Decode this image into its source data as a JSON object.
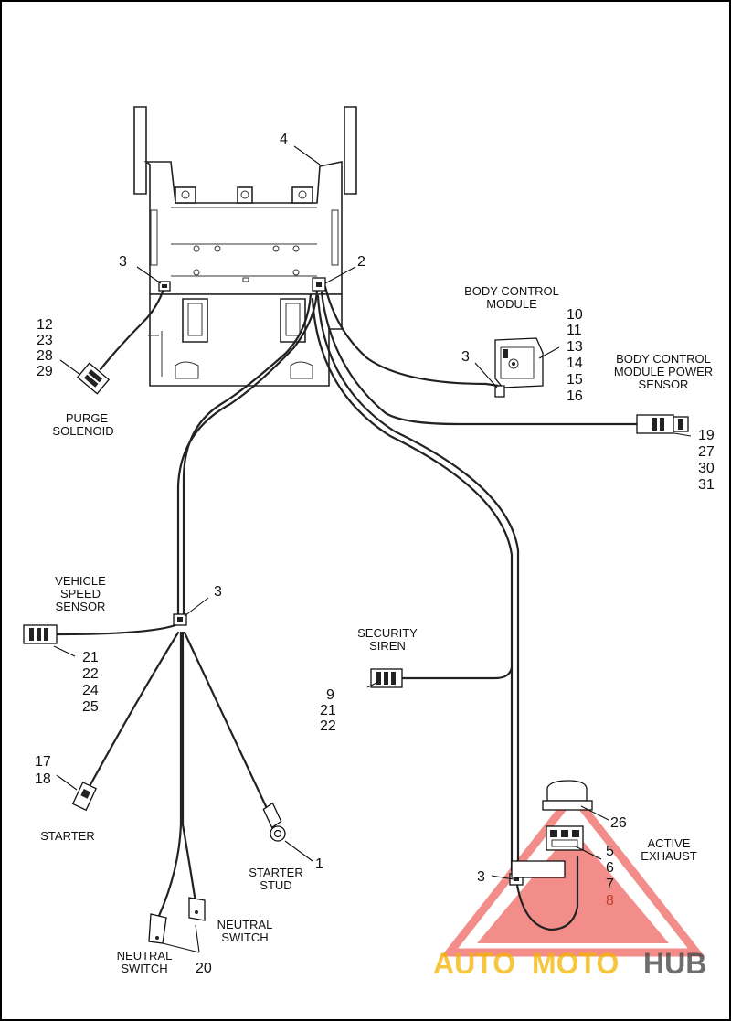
{
  "labels": {
    "purge_solenoid": [
      "PURGE",
      "SOLENOID"
    ],
    "body_control_module": [
      "BODY CONTROL",
      "MODULE"
    ],
    "bcm_power_sensor": [
      "BODY CONTROL",
      "MODULE POWER",
      "SENSOR"
    ],
    "vehicle_speed_sensor": [
      "VEHICLE",
      "SPEED",
      "SENSOR"
    ],
    "security_siren": [
      "SECURITY",
      "SIREN"
    ],
    "starter": "STARTER",
    "starter_stud": [
      "STARTER",
      "STUD"
    ],
    "neutral_switch_right": [
      "NEUTRAL",
      "SWITCH"
    ],
    "neutral_switch_left": [
      "NEUTRAL",
      "SWITCH"
    ],
    "active_exhaust": [
      "ACTIVE",
      "EXHAUST"
    ]
  },
  "callouts": {
    "frame": "4",
    "clip_left": "3",
    "clip_right": "2",
    "purge_solenoid": [
      "12",
      "23",
      "28",
      "29"
    ],
    "bcm": [
      "10",
      "11",
      "13",
      "14",
      "15",
      "16"
    ],
    "bcm_clip": "3",
    "bcm_power_sensor": [
      "19",
      "27",
      "30",
      "31"
    ],
    "vss_clip": "3",
    "vehicle_speed_sensor": [
      "21",
      "22",
      "24",
      "25"
    ],
    "security_siren": [
      "9",
      "21",
      "22"
    ],
    "starter": [
      "17",
      "18"
    ],
    "starter_stud": "1",
    "neutral_switch": "20",
    "active_exhaust_actuator": "26",
    "active_exhaust": [
      "5",
      "6",
      "7",
      "8"
    ],
    "exhaust_clip": "3"
  },
  "watermark": {
    "text_a": "AUTO",
    "text_b": "MOTO",
    "text_c": "HUB",
    "color_red": "#e8302a",
    "color_yellow": "#f4b400",
    "color_gray": "#4a4a4a"
  }
}
